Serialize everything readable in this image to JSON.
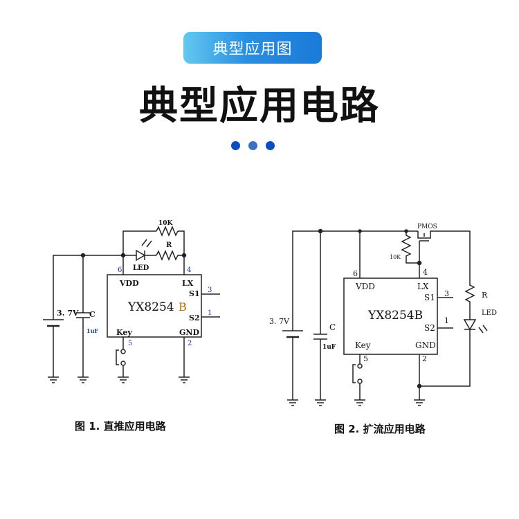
{
  "header": {
    "pill_label": "典型应用图",
    "title": "典型应用电路",
    "dots": [
      "#0a4fc0",
      "#3a72c0",
      "#0a4fc0"
    ]
  },
  "fig1": {
    "caption": "图 1.  直推应用电路",
    "chip": "YX8254",
    "chip_suffix": "B",
    "pins": {
      "vdd": "VDD",
      "lx": "LX",
      "s1": "S1",
      "s2": "S2",
      "key": "Key",
      "gnd": "GND"
    },
    "pin_nums": {
      "p6": "6",
      "p4": "4",
      "p3": "3",
      "p1": "1",
      "p5": "5",
      "p2": "2"
    },
    "battery": "3. 7V",
    "cap_label": "C",
    "cap_value": "1uF",
    "r_top": "10K",
    "r_mid": "R",
    "led": "LED"
  },
  "fig2": {
    "caption": "图 2.  扩流应用电路",
    "chip": "YX8254B",
    "pins": {
      "vdd": "VDD",
      "lx": "LX",
      "s1": "S1",
      "s2": "S2",
      "key": "Key",
      "gnd": "GND"
    },
    "pin_nums": {
      "p6": "6",
      "p4": "4",
      "p3": "3",
      "p1": "1",
      "p5": "5",
      "p2": "2"
    },
    "battery": "3. 7V",
    "cap_label": "C",
    "cap_value": "1uF",
    "pmos": "PMOS",
    "r_gate": "10K",
    "r": "R",
    "led": "LED"
  }
}
